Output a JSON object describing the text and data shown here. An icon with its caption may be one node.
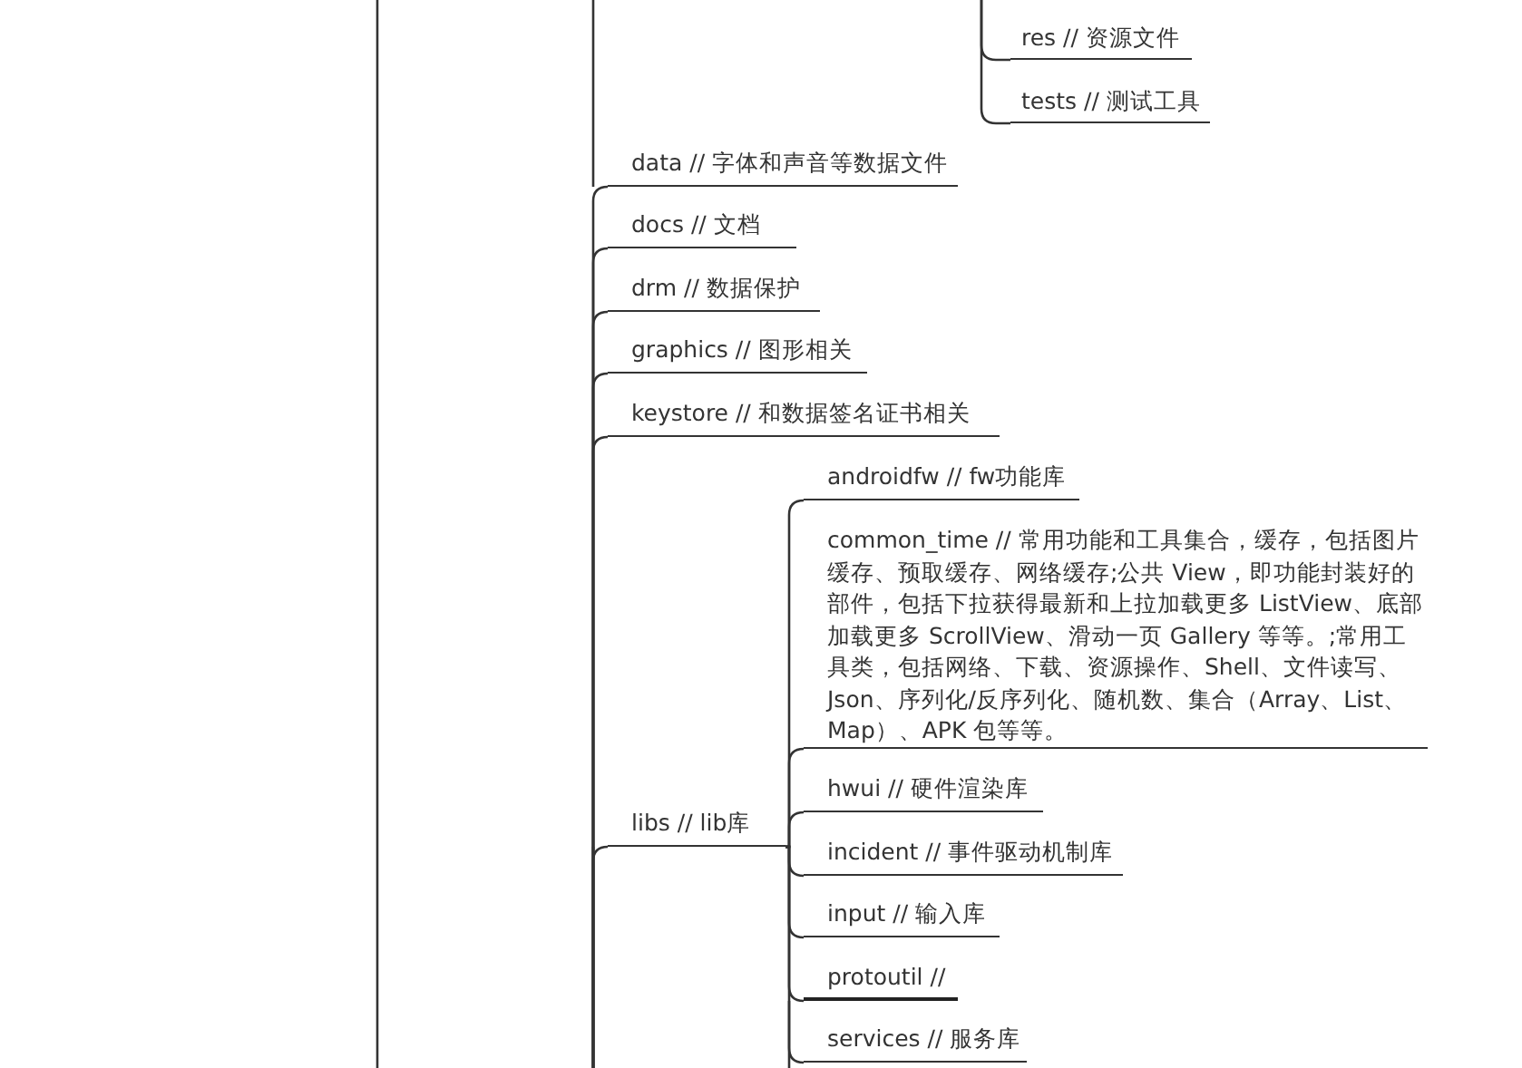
{
  "diagram": {
    "nodes": [
      {
        "text": [
          "res // 资源文件"
        ]
      },
      {
        "text": [
          "tests // 测试工具"
        ]
      },
      {
        "text": [
          "data // 字体和声音等数据文件"
        ]
      },
      {
        "text": [
          "docs //  文档"
        ]
      },
      {
        "text": [
          "drm //  数据保护"
        ]
      },
      {
        "text": [
          "graphics // 图形相关"
        ]
      },
      {
        "text": [
          "keystore // 和数据签名证书相关"
        ]
      },
      {
        "text": [
          "libs // lib库"
        ]
      },
      {
        "text": [
          "androidfw // fw功能库"
        ]
      },
      {
        "text": [
          "common_time // 常用功能和工具集合，缓存，包括图片缓存、预取缓存、网络缓存;公共 View，即功能封装好的部件，包括下拉获得最新和上拉加载更多 ListView、底部加载更多 ScrollView、滑动一页 Gallery 等等。;常用工具类，包括网络、下载、资源操作、Shell、文件读写、Json、序列化/反序列化、随机数、集合（Array、List、Map）、APK 包等等。"
        ]
      },
      {
        "text": [
          "hwui // 硬件渲染库"
        ]
      },
      {
        "text": [
          "incident // 事件驱动机制库"
        ]
      },
      {
        "text": [
          "input // 输入库"
        ]
      },
      {
        "text": [
          "protoutil //"
        ]
      },
      {
        "text": [
          "services // 服务库"
        ]
      }
    ],
    "edges": [
      {
        "from": null,
        "to": 0,
        "arrow": "none"
      },
      {
        "from": null,
        "to": 1,
        "arrow": "none"
      },
      {
        "from": null,
        "to": 2,
        "arrow": "none"
      },
      {
        "from": null,
        "to": 3,
        "arrow": "none"
      },
      {
        "from": null,
        "to": 4,
        "arrow": "none"
      },
      {
        "from": null,
        "to": 5,
        "arrow": "none"
      },
      {
        "from": null,
        "to": 6,
        "arrow": "none"
      },
      {
        "from": null,
        "to": 7,
        "arrow": "none"
      },
      {
        "from": 7,
        "to": 8,
        "arrow": "none"
      },
      {
        "from": 7,
        "to": 9,
        "arrow": "none"
      },
      {
        "from": 7,
        "to": 10,
        "arrow": "none"
      },
      {
        "from": 7,
        "to": 11,
        "arrow": "none"
      },
      {
        "from": 7,
        "to": 12,
        "arrow": "none"
      },
      {
        "from": 7,
        "to": 13,
        "arrow": "none"
      },
      {
        "from": 7,
        "to": 14,
        "arrow": "none"
      }
    ]
  }
}
